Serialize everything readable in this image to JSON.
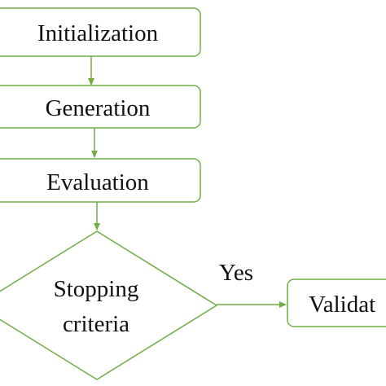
{
  "diagram": {
    "nodes": {
      "initialization": "Initialization",
      "generation": "Generation",
      "evaluation": "Evaluation",
      "stopping_line1": "Stopping",
      "stopping_line2": "criteria",
      "validation": "Validat"
    },
    "edge_labels": {
      "yes": "Yes"
    }
  },
  "colors": {
    "stroke": "#70ad47",
    "text": "#111111",
    "background": "#ffffff"
  }
}
